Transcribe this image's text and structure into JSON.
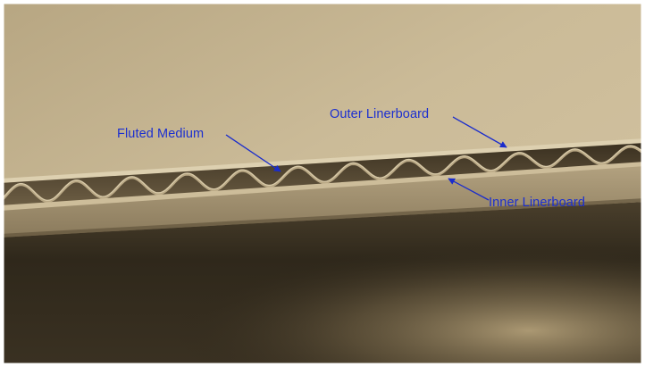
{
  "annotations": {
    "fluted_medium": "Fluted Medium",
    "outer_linerboard": "Outer Linerboard",
    "inner_linerboard": "Inner Linerboard"
  },
  "colors": {
    "annotation_text": "#1c2fd0",
    "arrow": "#1a2ccc",
    "cardboard_light": "#c9b894",
    "cardboard_shadow": "#2a2317",
    "flute_paper": "#b8a684"
  }
}
